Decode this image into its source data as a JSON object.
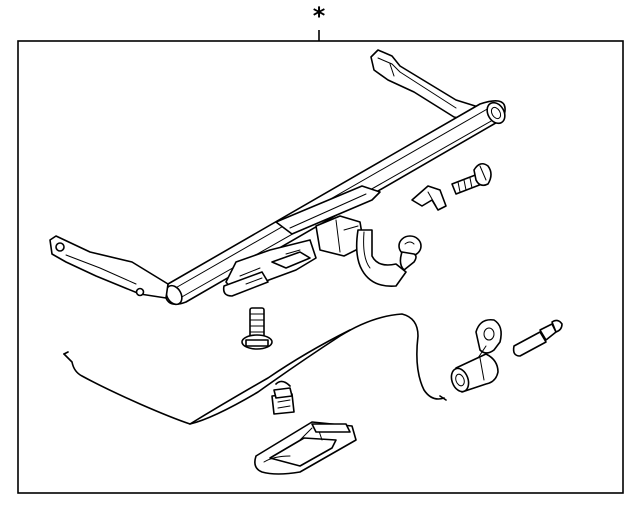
{
  "diagram": {
    "assembly_marker": "*",
    "parts": [
      {
        "icon": "tow-bar-crossmember"
      },
      {
        "icon": "tow-ball-neck"
      },
      {
        "icon": "mounting-bracket"
      },
      {
        "icon": "hex-bolt"
      },
      {
        "icon": "flange-bolt"
      },
      {
        "icon": "wiring-harness"
      },
      {
        "icon": "harness-connector"
      },
      {
        "icon": "trailer-socket"
      },
      {
        "icon": "socket-pin"
      },
      {
        "icon": "socket-bracket"
      }
    ]
  }
}
